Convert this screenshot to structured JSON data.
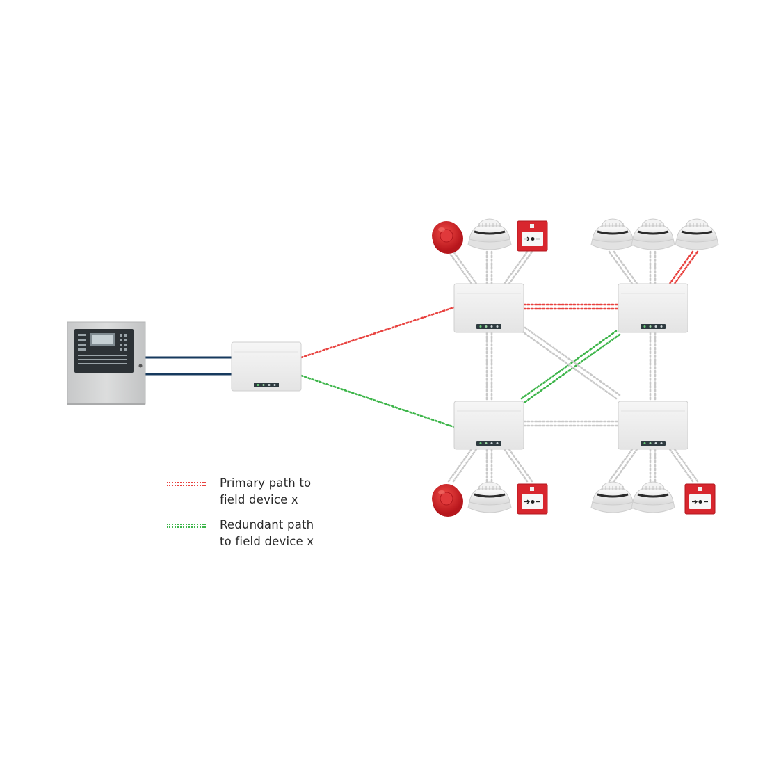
{
  "colors": {
    "primary_path": "#e8423f",
    "redundant_path": "#3db54a",
    "network_path": "#c9c9c9",
    "panel_link": "#173a5e",
    "device_red": "#d8262e"
  },
  "legend": {
    "primary": {
      "line1": "Primary path to",
      "line2": "field device x"
    },
    "redundant": {
      "line1": "Redundant path",
      "line2": "to field device x"
    }
  },
  "devices": {
    "top": [
      "sounder-icon",
      "smoke-detector-icon",
      "manual-call-point-icon",
      "smoke-detector-icon",
      "smoke-detector-icon",
      "smoke-detector-icon"
    ],
    "bottom": [
      "sounder-icon",
      "smoke-detector-icon",
      "manual-call-point-icon",
      "smoke-detector-icon",
      "smoke-detector-icon",
      "manual-call-point-icon"
    ]
  }
}
